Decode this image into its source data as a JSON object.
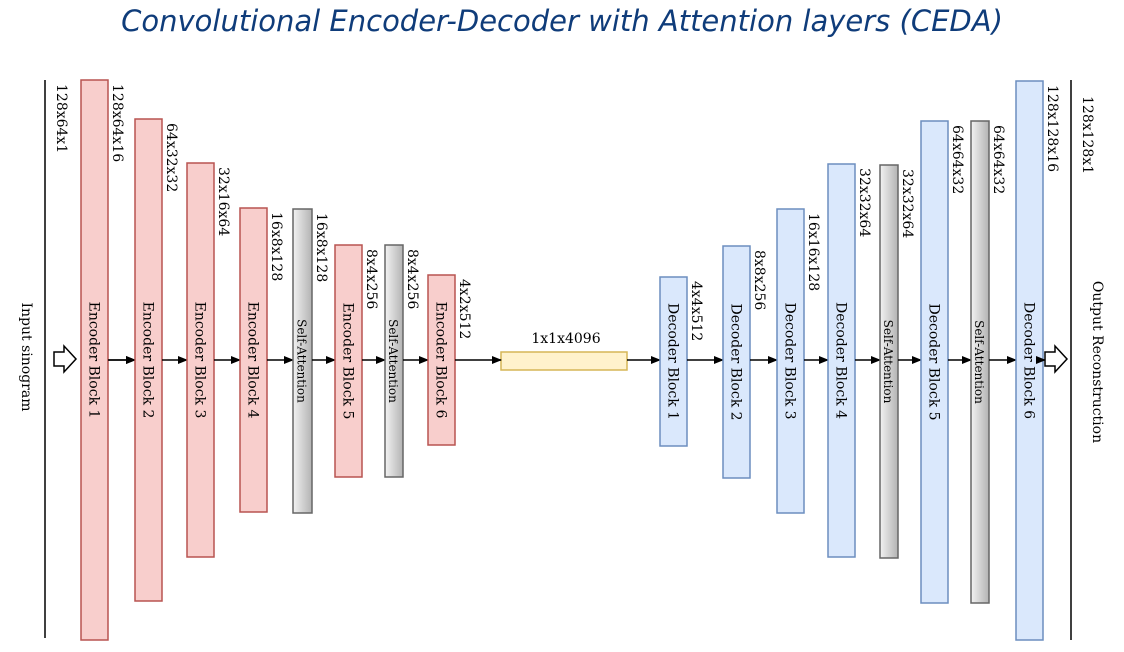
{
  "title": "Convolutional Encoder-Decoder with Attention layers (CEDA)",
  "input_label": "Input sinogram",
  "input_dim": "128x64x1",
  "output_label": "Output Reconstruction",
  "output_dim": "128x128x1",
  "bottleneck": {
    "label": "1x1x4096"
  },
  "blocks": [
    {
      "label": "Encoder Block 1",
      "dim": "128x64x16",
      "kind": "encoder"
    },
    {
      "label": "Encoder Block 2",
      "dim": "64x32x32",
      "kind": "encoder"
    },
    {
      "label": "Encoder Block 3",
      "dim": "32x16x64",
      "kind": "encoder"
    },
    {
      "label": "Encoder Block 4",
      "dim": "16x8x128",
      "kind": "encoder"
    },
    {
      "label": "Self-Attention",
      "dim": "16x8x128",
      "kind": "attention"
    },
    {
      "label": "Encoder Block 5",
      "dim": "8x4x256",
      "kind": "encoder"
    },
    {
      "label": "Self-Attention",
      "dim": "8x4x256",
      "kind": "attention"
    },
    {
      "label": "Encoder Block 6",
      "dim": "4x2x512",
      "kind": "encoder"
    },
    {
      "label": "Decoder Block 1",
      "dim": "4x4x512",
      "kind": "decoder"
    },
    {
      "label": "Decoder Block 2",
      "dim": "8x8x256",
      "kind": "decoder"
    },
    {
      "label": "Decoder Block 3",
      "dim": "16x16x128",
      "kind": "decoder"
    },
    {
      "label": "Decoder Block 4",
      "dim": "32x32x64",
      "kind": "decoder"
    },
    {
      "label": "Self-Attention",
      "dim": "32x32x64",
      "kind": "attention"
    },
    {
      "label": "Decoder Block 5",
      "dim": "64x64x32",
      "kind": "decoder"
    },
    {
      "label": "Self-Attention",
      "dim": "64x64x32",
      "kind": "attention"
    },
    {
      "label": "Decoder Block 6",
      "dim": "128x128x16",
      "kind": "decoder"
    }
  ],
  "colors": {
    "title": "#0f3c7a",
    "encoder_fill": "#f8cecc",
    "encoder_stroke": "#b85450",
    "decoder_fill": "#dae8fc",
    "decoder_stroke": "#6c8ebf",
    "attention_stroke": "#666666",
    "bottleneck_fill": "#fff2cc",
    "bottleneck_stroke": "#d6b656"
  }
}
